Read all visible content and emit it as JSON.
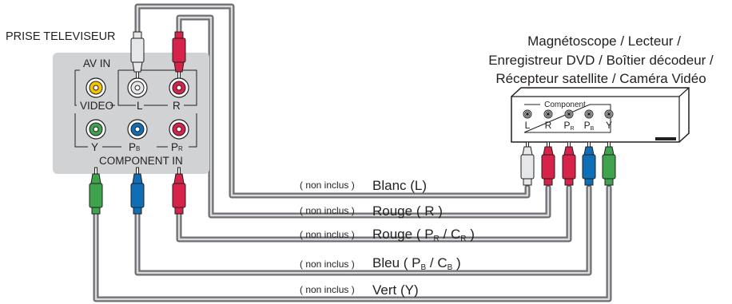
{
  "tv": {
    "title": "PRISE TELEVISEUR",
    "av_in": "AV IN",
    "video": "VIDEO",
    "l": "L",
    "r": "R",
    "y": "Y",
    "pb": "P",
    "pb_sub": "B",
    "pr": "P",
    "pr_sub": "R",
    "component_in": "COMPONENT IN"
  },
  "device": {
    "title_lines": [
      "Magnétoscope / Lecteur /",
      "Enregistreur DVD / Boîtier décodeur /",
      "Récepteur satellite / Caméra Vidéo"
    ],
    "component_label": "Component",
    "jack_labels": [
      "L",
      "R",
      "P",
      "P",
      "Y"
    ],
    "jack_subs": [
      "",
      "",
      "R",
      "B",
      ""
    ]
  },
  "cables": [
    {
      "note": "( non inclus )",
      "label": "Blanc (L)",
      "sub": "",
      "label2": "",
      "sub2": "",
      "label3": ""
    },
    {
      "note": "( non inclus )",
      "label": "Rouge ( R )",
      "sub": "",
      "label2": "",
      "sub2": "",
      "label3": ""
    },
    {
      "note": "( non inclus )",
      "label": "Rouge ( P",
      "sub": "R",
      "label2": " / C",
      "sub2": "R",
      "label3": " )"
    },
    {
      "note": "( non inclus )",
      "label": "Bleu ( P",
      "sub": "B",
      "label2": " / C",
      "sub2": "B",
      "label3": " )"
    },
    {
      "note": "( non inclus )",
      "label": "Vert (Y)",
      "sub": "",
      "label2": "",
      "sub2": "",
      "label3": ""
    }
  ],
  "colors": {
    "panel": "#d1d2d4",
    "cable": "#6d6e71",
    "white_plug": "#e6e7e8",
    "red_plug": "#d7224a",
    "blue_plug": "#0f6fb6",
    "green_plug": "#3fa34d",
    "yellow_jack": "#f2c500"
  }
}
